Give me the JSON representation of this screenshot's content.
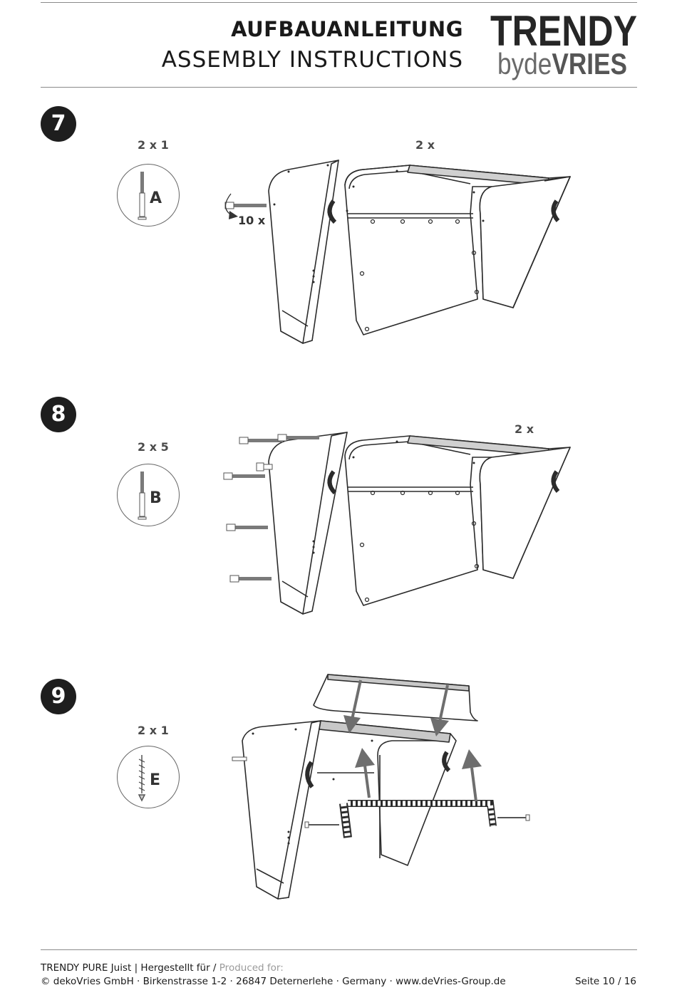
{
  "header": {
    "title_de": "AUFBAUANLEITUNG",
    "title_en": "ASSEMBLY INSTRUCTIONS",
    "logo_line1": "TRENDY",
    "logo_by": "by",
    "logo_de": "de",
    "logo_vries": "VRIES"
  },
  "steps": [
    {
      "number": "7",
      "part_qty": "2 x 1",
      "part_letter": "A",
      "assembly_qty": "2 x",
      "callout": "10 x"
    },
    {
      "number": "8",
      "part_qty": "2 x 5",
      "part_letter": "B",
      "assembly_qty": "2 x"
    },
    {
      "number": "9",
      "part_qty": "2 x 1",
      "part_letter": "E"
    }
  ],
  "footer": {
    "line1_main": "TRENDY PURE Juist | Hergestellt für / ",
    "line1_muted": "Produced for:",
    "line2": "© dekoVries GmbH · Birkenstrasse 1-2 · 26847 Deternerlehe · Germany · www.deVries-Group.de",
    "page": "Seite 10 / 16"
  },
  "colors": {
    "ink": "#1a1a1a",
    "line": "#2b2b2b",
    "gray_part": "#7a7a7a",
    "arrow": "#6e6e6e",
    "badge": "#1e1e1e"
  }
}
